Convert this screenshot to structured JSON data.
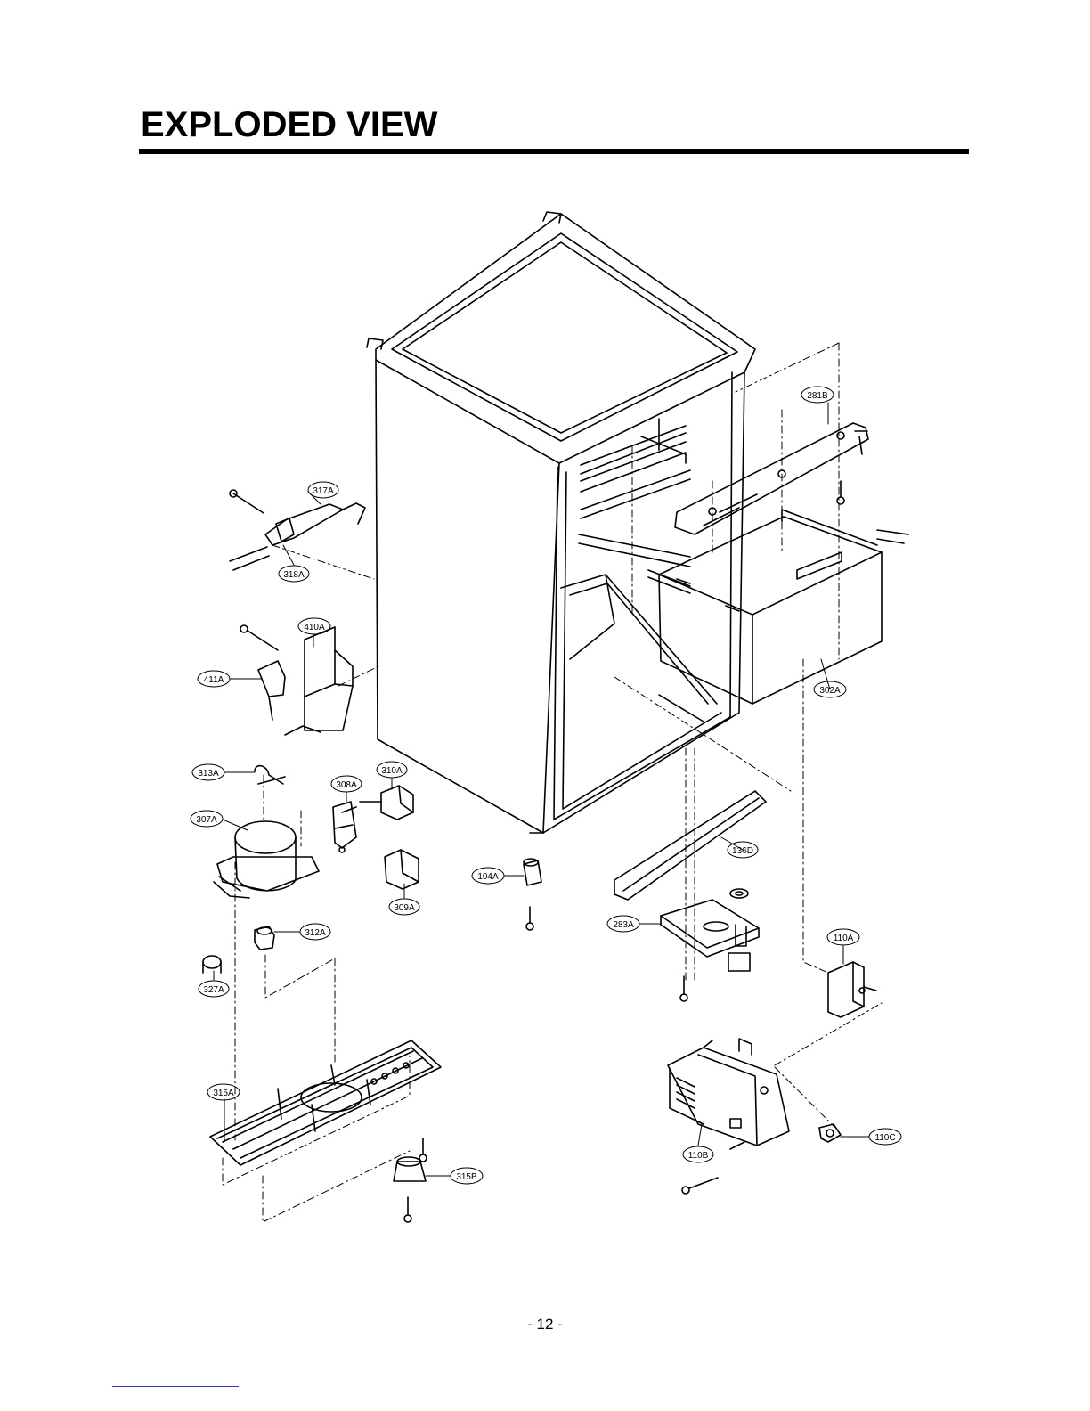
{
  "header": {
    "title": "EXPLODED VIEW"
  },
  "labels": {
    "281B": "281B",
    "317A": "317A",
    "318A": "318A",
    "410A": "410A",
    "411A": "411A",
    "302A": "302A",
    "313A": "313A",
    "310A": "310A",
    "308A": "308A",
    "307A": "307A",
    "309A": "309A",
    "104A": "104A",
    "136D": "136D",
    "312A": "312A",
    "283A": "283A",
    "110A": "110A",
    "327A": "327A",
    "315A": "315A",
    "110B": "110B",
    "110C": "110C",
    "315B": "315B"
  },
  "footer": {
    "page_number": "- 12 -"
  }
}
